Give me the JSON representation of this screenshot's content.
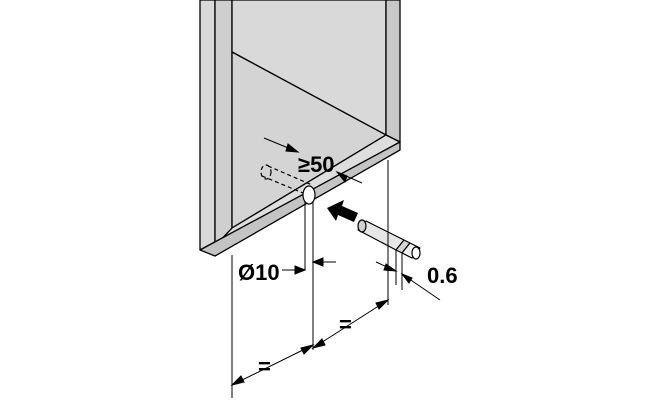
{
  "labels": {
    "min_distance": "≥50",
    "diameter": "Ø10",
    "offset": "0.6",
    "equal_upper": "=",
    "equal_lower": "="
  },
  "colors": {
    "panel_face": "#d9d9d9",
    "panel_edge": "#c4c4c4",
    "stroke": "#000000",
    "hatch": "#cfcfcf",
    "background": "#ffffff"
  },
  "icons": {
    "insert_arrow": "bold-arrow-left-down",
    "push_latch": "cylindrical-push-latch"
  }
}
